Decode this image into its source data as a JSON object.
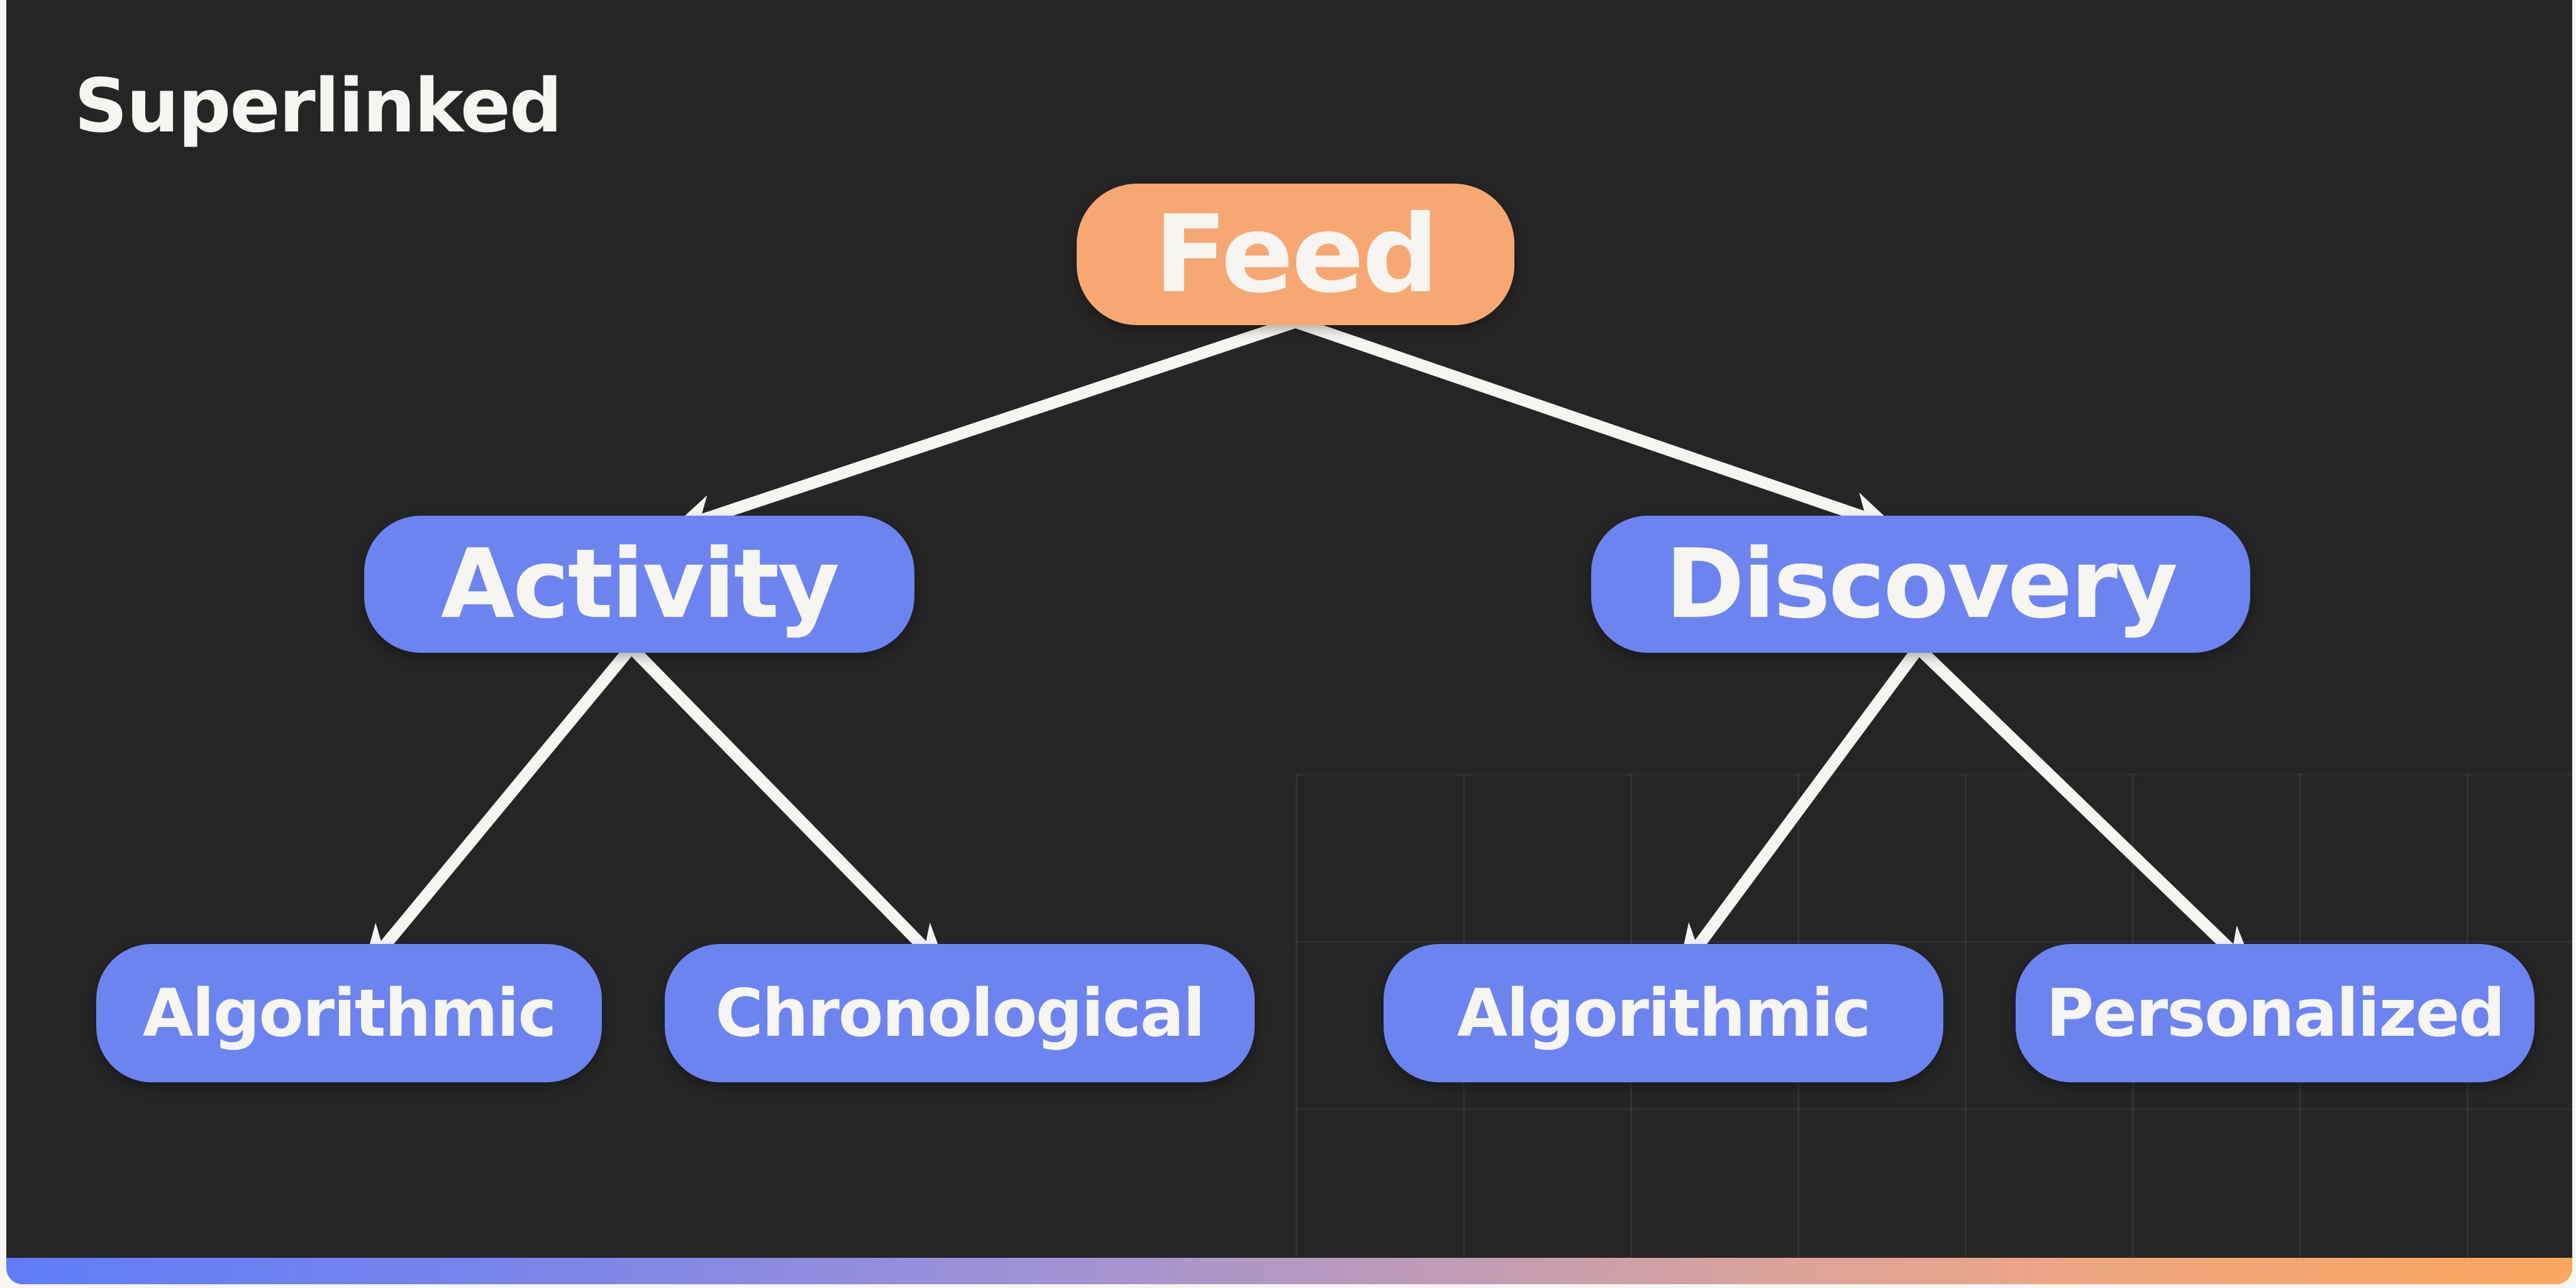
{
  "brand": {
    "logo_text": "Superlinked"
  },
  "colors": {
    "page_background": "#F7F6F4",
    "canvas_background": "#262525",
    "node_blue": "#6C84F0",
    "node_orange": "#F7A872",
    "text_light": "#F7F5F2",
    "arrow": "#F7F5F2",
    "gradient_bar_stops": [
      "#5F7DF7",
      "#7C86E8",
      "#A393D2",
      "#C59DB2",
      "#E0A494",
      "#F4A774",
      "#FBA75F"
    ]
  },
  "diagram": {
    "type": "tree",
    "root": "feed",
    "nodes": [
      {
        "id": "feed",
        "label": "Feed",
        "level": 0,
        "parent": null,
        "color": "#F7A872"
      },
      {
        "id": "activity",
        "label": "Activity",
        "level": 1,
        "parent": "feed",
        "color": "#6C84F0"
      },
      {
        "id": "discovery",
        "label": "Discovery",
        "level": 1,
        "parent": "feed",
        "color": "#6C84F0"
      },
      {
        "id": "algorithmic-activity",
        "label": "Algorithmic",
        "level": 2,
        "parent": "activity",
        "color": "#6C84F0"
      },
      {
        "id": "chronological",
        "label": "Chronological",
        "level": 2,
        "parent": "activity",
        "color": "#6C84F0"
      },
      {
        "id": "algorithmic-discovery",
        "label": "Algorithmic",
        "level": 2,
        "parent": "discovery",
        "color": "#6C84F0"
      },
      {
        "id": "personalized",
        "label": "Personalized",
        "level": 2,
        "parent": "discovery",
        "color": "#6C84F0"
      }
    ],
    "edges": [
      {
        "from": "feed",
        "to": "activity"
      },
      {
        "from": "feed",
        "to": "discovery"
      },
      {
        "from": "activity",
        "to": "algorithmic-activity"
      },
      {
        "from": "activity",
        "to": "chronological"
      },
      {
        "from": "discovery",
        "to": "algorithmic-discovery"
      },
      {
        "from": "discovery",
        "to": "personalized"
      }
    ]
  }
}
